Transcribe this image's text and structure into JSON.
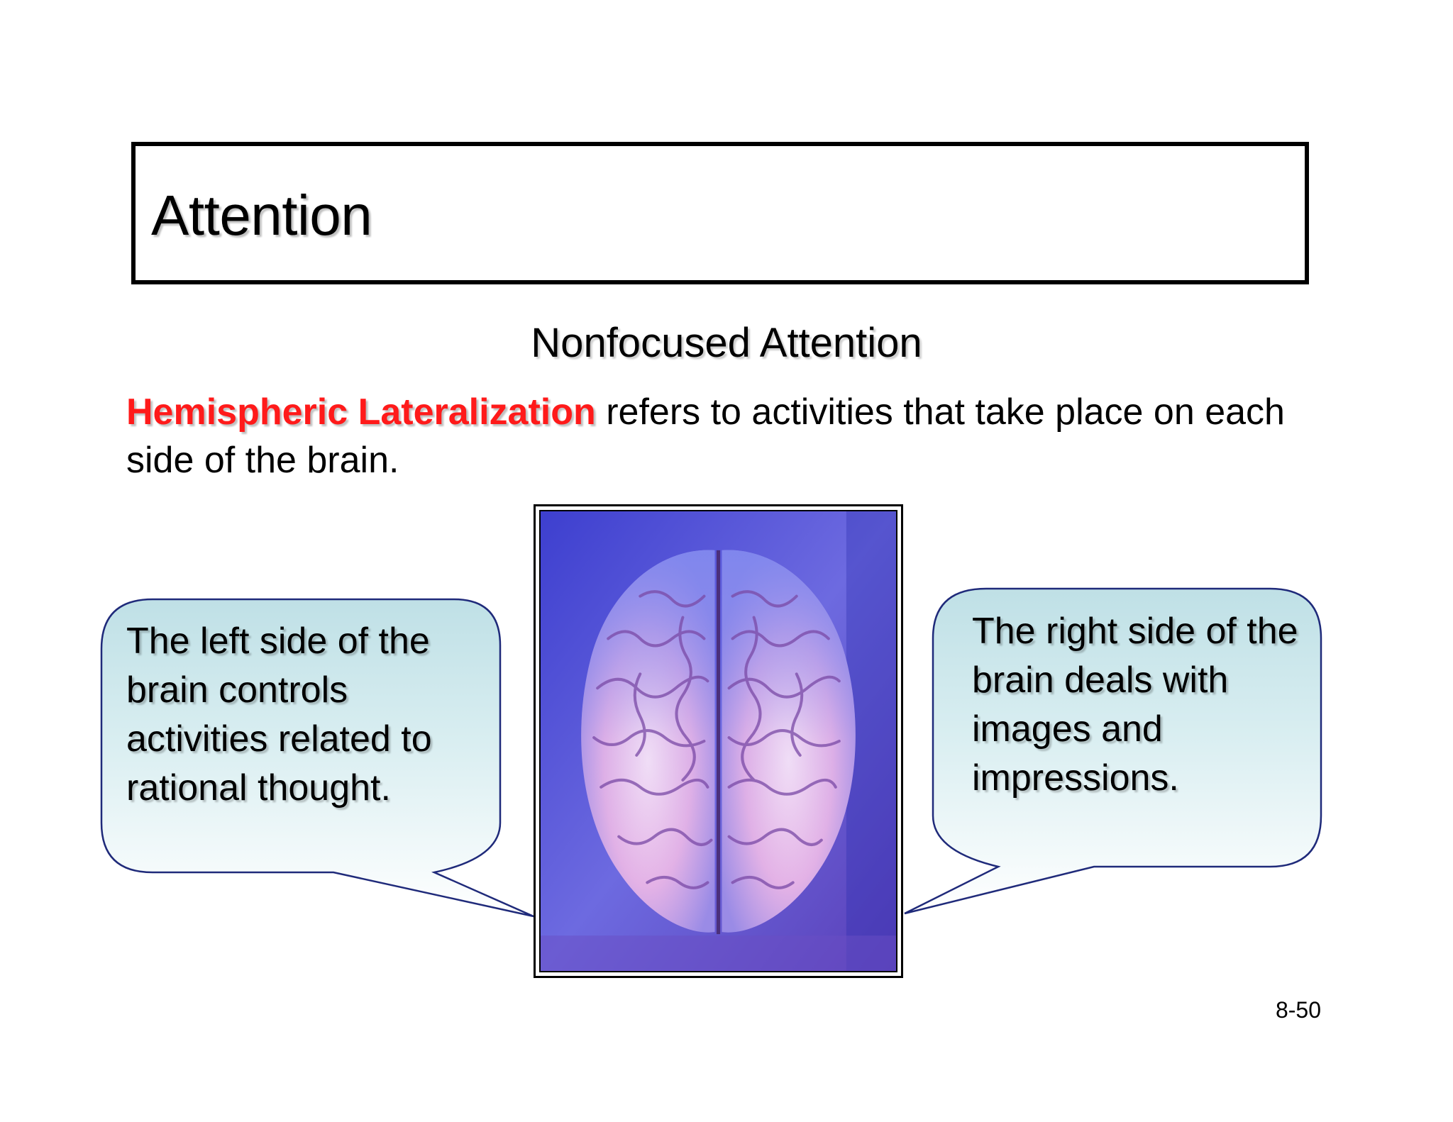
{
  "slide": {
    "title": "Attention",
    "subtitle": "Nonfocused Attention",
    "definition": {
      "term": "Hemispheric Lateralization",
      "rest": " refers to activities that take place on each side of the brain."
    },
    "callout_left": "The left side of the brain controls activities related to rational thought.",
    "callout_right": "The right side of the brain deals with images and impressions.",
    "page_number": "8-50"
  },
  "colors": {
    "term_red": "#ff1a1a",
    "callout_border": "#1f2a7a",
    "callout_fill_top": "#bfe0e6",
    "callout_fill_bottom": "#ffffff",
    "brain_pink": "#f4c6e8",
    "brain_background": "#4a4fc9"
  },
  "image": {
    "icon": "brain-photo"
  }
}
